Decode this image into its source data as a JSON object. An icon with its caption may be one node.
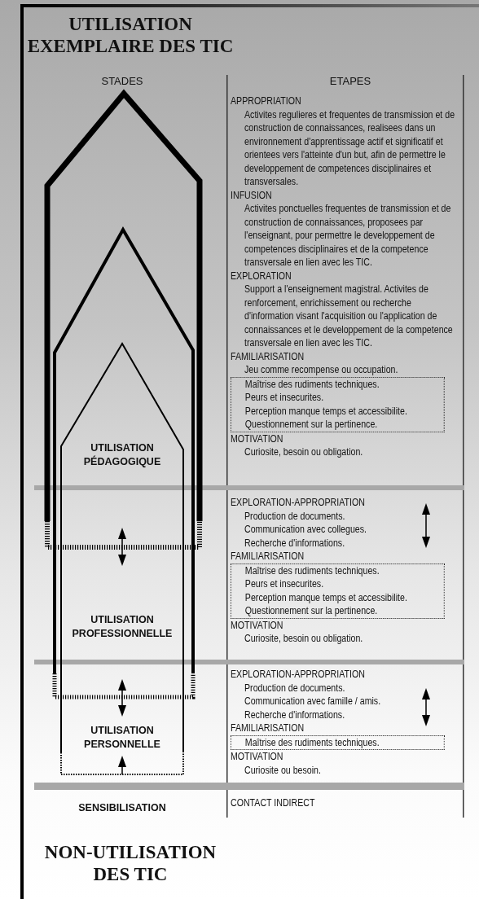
{
  "diagram": {
    "title": "UTILISATION EXEMPLAIRE DES TIC",
    "nodes": [
      {
        "text": [
          "Maîtrise des rudiments techniques.",
          "Peurs et insecurites.",
          "Perception manque temps et accessibilite.",
          "Questionnement sur la pertinence."
        ]
      },
      {
        "text": [
          "Maîtrise des rudiments techniques.",
          "Peurs et insecurites.",
          "Perception manque temps et accessibilite.",
          "Questionnement sur la pertinence."
        ]
      },
      {
        "text": [
          "Maîtrise des rudiments techniques."
        ]
      }
    ],
    "labels": [
      "STADES",
      "ETAPES",
      "APPROPRIATION",
      "Activites regulieres et frequentes de transmission et de construction de connaissances, realisees dans un environnement d'apprentissage actif et significatif et orientees vers l'atteinte d'un but, afin de permettre le developpement de competences disciplinaires et transversales.",
      "INFUSION",
      "Activites ponctuelles frequentes de transmission et de construction de connaissances, proposees par l'enseignant, pour permettre le developpement de competences disciplinaires et de la competence transversale en lien avec les TIC.",
      "EXPLORATION",
      "Support a l'enseignement magistral. Activites de renforcement, enrichissement ou recherche d'information visant l'acquisition ou l'application de connaissances et le developpement de la competence transversale en lien avec les TIC.",
      "FAMILIARISATION",
      "Jeu comme recompense ou occupation.",
      "MOTIVATION",
      "Curiosite, besoin ou obligation.",
      "UTILISATION PÉDAGOGIQUE",
      "EXPLORATION-APPROPRIATION",
      "Production de documents.",
      "Communication avec collegues.",
      "Recherche d'informations.",
      "FAMILIARISATION",
      "MOTIVATION",
      "Curiosite, besoin ou obligation.",
      "UTILISATION PROFESSIONNELLE",
      "EXPLORATION-APPROPRIATION",
      "Production de documents.",
      "Communication avec famille / amis.",
      "Recherche d'informations.",
      "FAMILIARISATION",
      "MOTIVATION",
      "Curiosite ou besoin.",
      "UTILISATION PERSONNELLE",
      "SENSIBILISATION",
      "CONTACT INDIRECT",
      "NON-UTILISATION DES TIC"
    ]
  }
}
